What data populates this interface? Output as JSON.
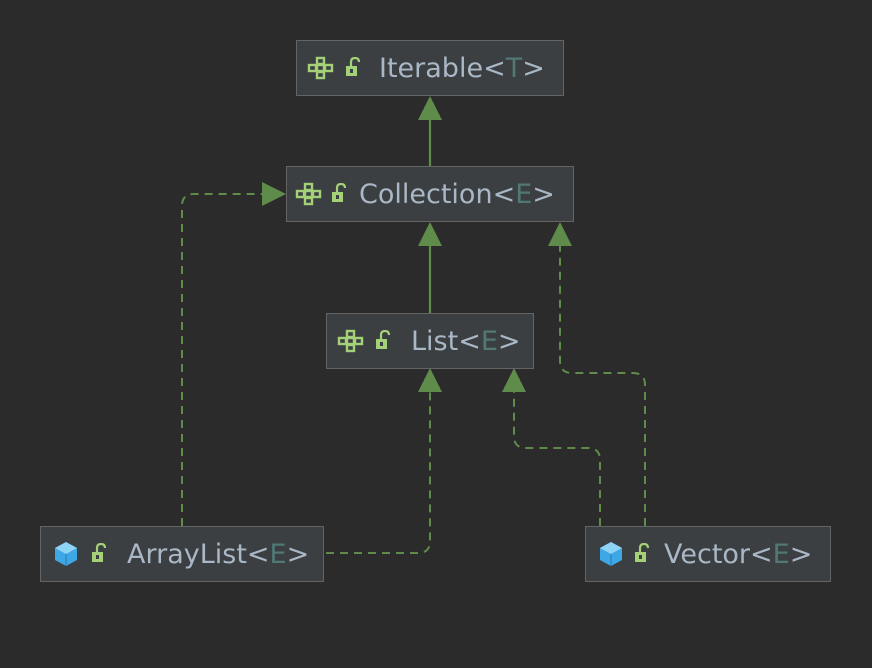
{
  "nodes": {
    "iterable": {
      "name": "Iterable",
      "type_param": "T",
      "kind": "interface",
      "icon": "interface-icon",
      "access": "public-unlocked-icon"
    },
    "collection": {
      "name": "Collection",
      "type_param": "E",
      "kind": "interface",
      "icon": "interface-icon",
      "access": "public-unlocked-icon"
    },
    "list": {
      "name": "List",
      "type_param": "E",
      "kind": "interface",
      "icon": "interface-icon",
      "access": "public-unlocked-icon"
    },
    "arraylist": {
      "name": "ArrayList",
      "type_param": "E",
      "kind": "class",
      "icon": "class-icon",
      "access": "public-unlocked-icon"
    },
    "vector": {
      "name": "Vector",
      "type_param": "E",
      "kind": "class",
      "icon": "class-icon",
      "access": "public-unlocked-icon"
    }
  },
  "edges": [
    {
      "from": "collection",
      "to": "iterable",
      "type": "extends"
    },
    {
      "from": "list",
      "to": "collection",
      "type": "extends"
    },
    {
      "from": "arraylist",
      "to": "collection",
      "type": "implements"
    },
    {
      "from": "arraylist",
      "to": "list",
      "type": "implements"
    },
    {
      "from": "vector",
      "to": "list",
      "type": "implements"
    },
    {
      "from": "vector",
      "to": "collection",
      "type": "implements"
    }
  ],
  "colors": {
    "background": "#2b2b2b",
    "node_fill": "#3c3f41",
    "node_border": "#646464",
    "text": "#a9b7c6",
    "type_param": "#507874",
    "edge": "#5f8c4a",
    "interface_icon": "#a4d177",
    "class_icon": "#3ea8e6"
  }
}
